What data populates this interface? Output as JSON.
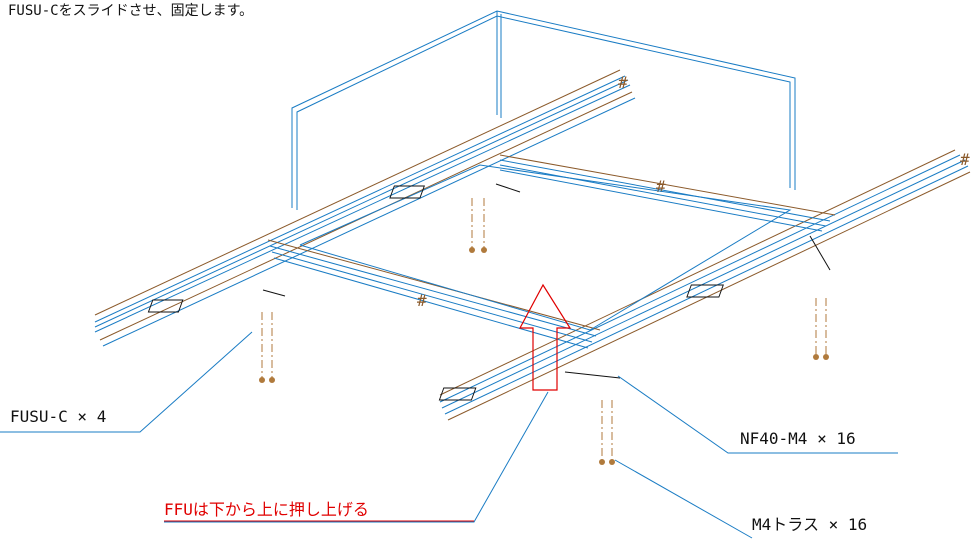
{
  "instruction": "FUSU-Cをスライドさせ、固定します。",
  "labels": {
    "fusu_c": "FUSU-C × 4",
    "nf40": "NF40-M4 × 16",
    "m4_truss": "M4トラス × 16",
    "ffu_note": "FFUは下から上に押し上げる"
  },
  "colors": {
    "frame": "#1a7cc4",
    "rail": "#8b5a2b",
    "bolt": "#b07a3c",
    "arrow": "#e00000",
    "leader": "#1a7cc4",
    "hardware": "#111111"
  }
}
